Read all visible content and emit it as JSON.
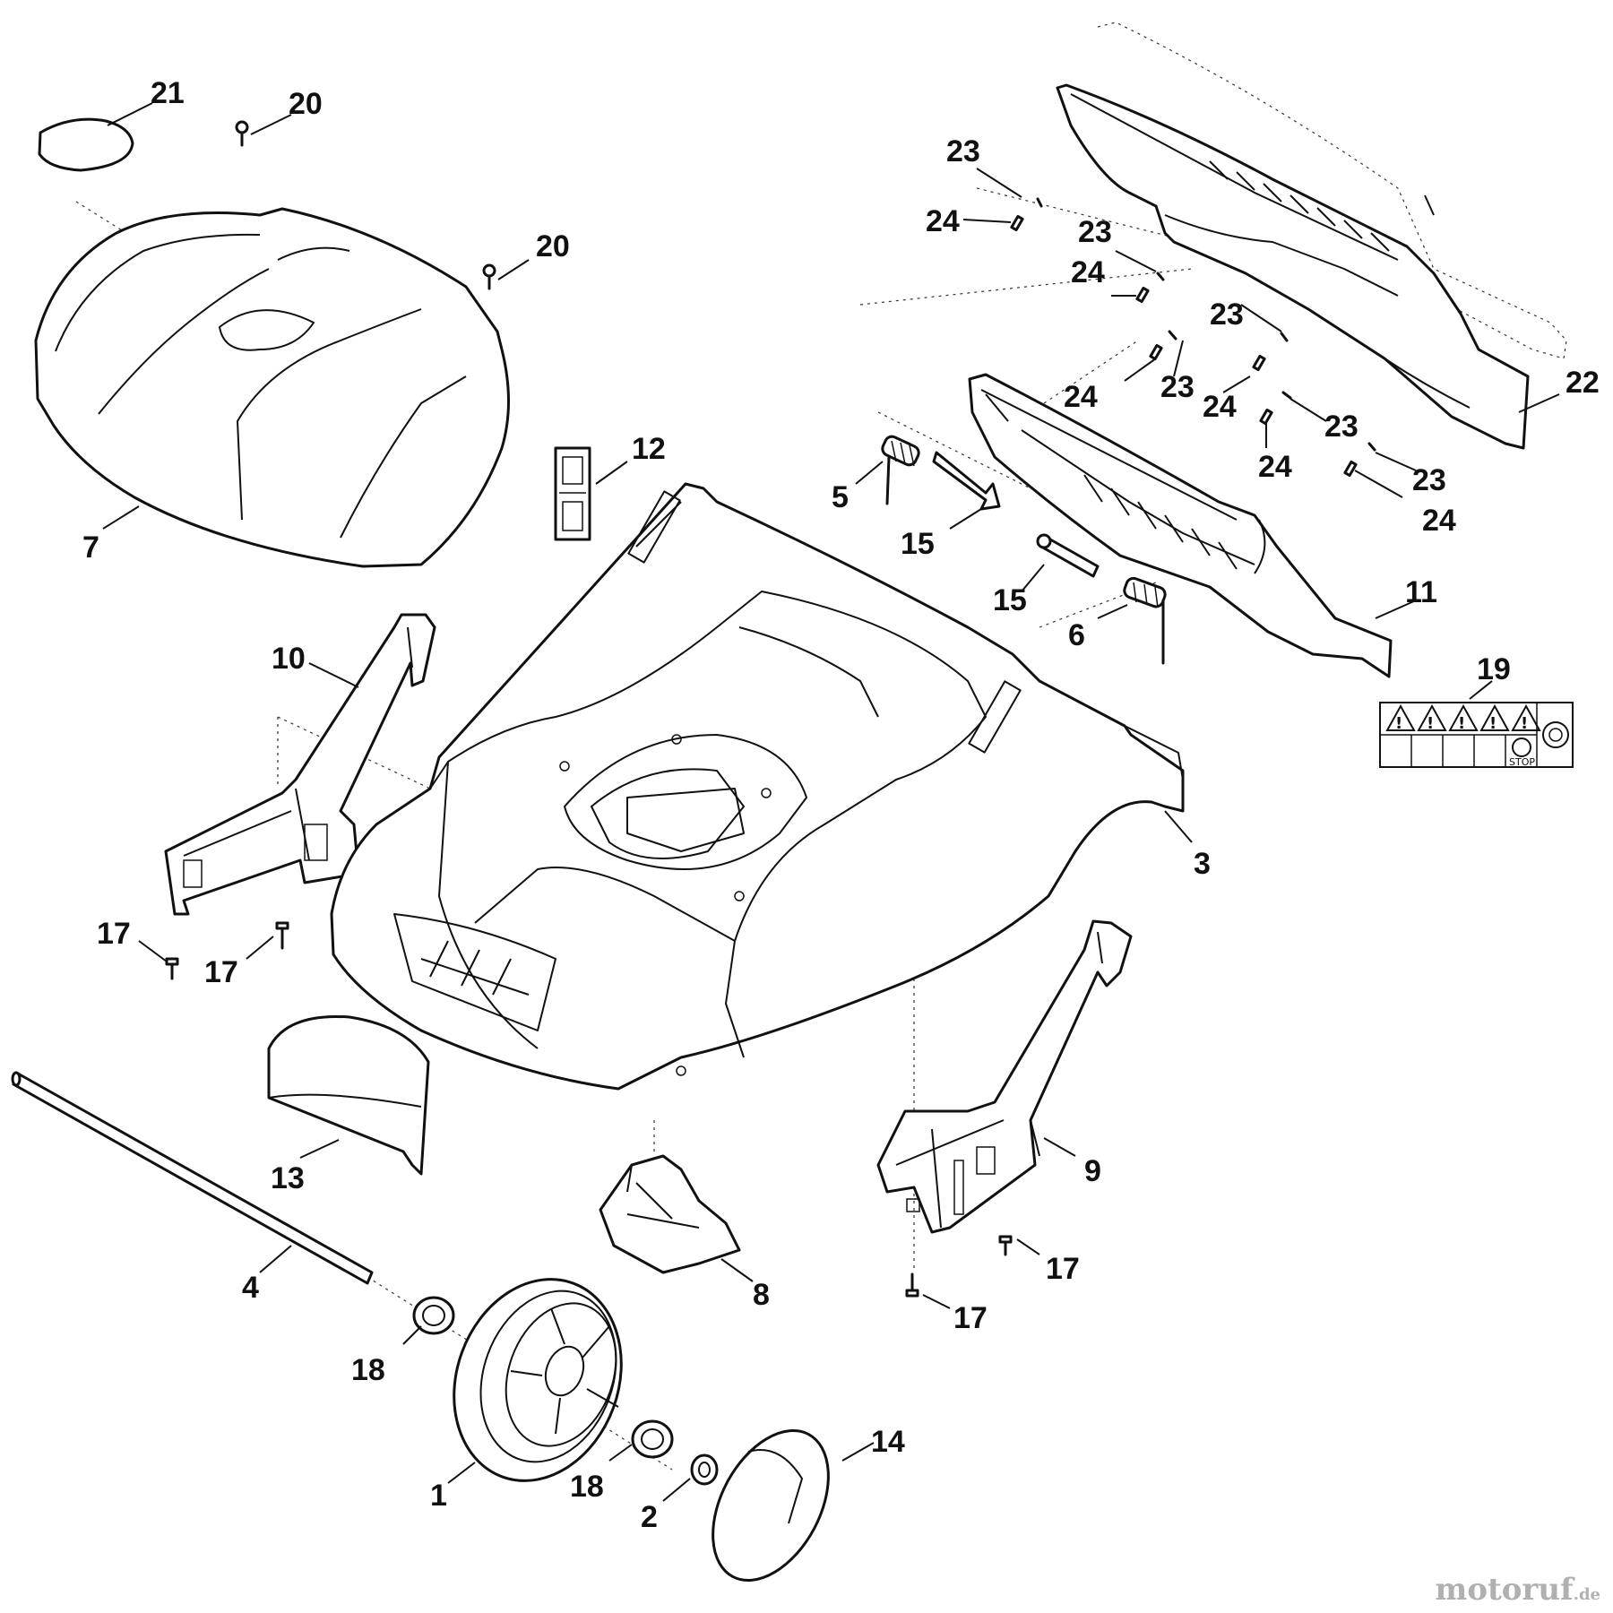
{
  "watermark": {
    "name": "motoruf",
    "tld": ".de"
  },
  "part_labels": {
    "p1": "1",
    "p2": "2",
    "p3": "3",
    "p4": "4",
    "p5": "5",
    "p6": "6",
    "p7": "7",
    "p8": "8",
    "p9": "9",
    "p10": "10",
    "p11": "11",
    "p12": "12",
    "p13": "13",
    "p14": "14",
    "p15": "15",
    "p17": "17",
    "p18": "18",
    "p19": "19",
    "p20": "20",
    "p21": "21",
    "p22": "22",
    "p23": "23",
    "p24": "24"
  },
  "safety_label": {
    "stop_text": "STOP"
  },
  "colors": {
    "line": "#111111",
    "background": "#ffffff",
    "watermark": "#b0b0b0"
  }
}
